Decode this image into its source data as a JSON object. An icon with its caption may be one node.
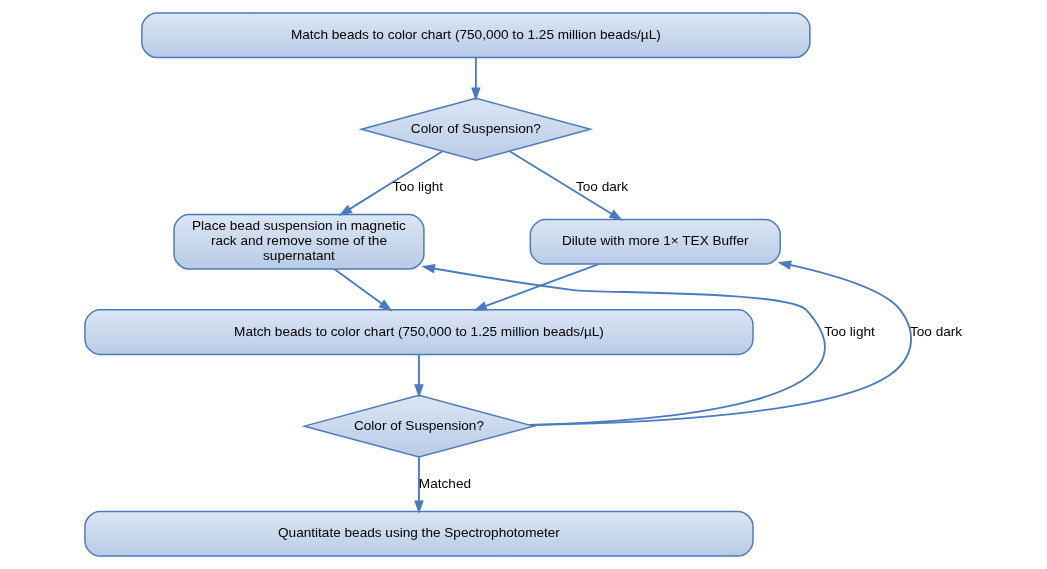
{
  "diagram": {
    "nodes": [
      {
        "text": [
          "Match beads to color chart (750,000 to 1.25 million beads/µL)"
        ]
      },
      {
        "text": [
          "Color of Suspension?"
        ]
      },
      {
        "text": [
          "Place bead suspension in magnetic rack and remove some of the supernatant"
        ]
      },
      {
        "text": [
          "Dilute with more 1× TEX Buffer"
        ]
      },
      {
        "text": [
          "Match beads to color chart (750,000 to 1.25 million beads/µL)"
        ]
      },
      {
        "text": [
          "Color of Suspension?"
        ]
      },
      {
        "text": [
          "Quantitate beads using the Spectrophotometer"
        ]
      }
    ],
    "edges": [
      {
        "from": 0,
        "to": 1,
        "arrow": "to"
      },
      {
        "from": 1,
        "to": 2,
        "arrow": "to",
        "label": "Too light"
      },
      {
        "from": 1,
        "to": 3,
        "arrow": "to",
        "label": "Too dark"
      },
      {
        "from": 2,
        "to": 4,
        "arrow": "to"
      },
      {
        "from": 3,
        "to": 4,
        "arrow": "to"
      },
      {
        "from": 4,
        "to": 5,
        "arrow": "to"
      },
      {
        "from": 5,
        "to": 2,
        "arrow": "to",
        "label": "Too light"
      },
      {
        "from": 5,
        "to": 3,
        "arrow": "to",
        "label": "Too dark"
      },
      {
        "from": 5,
        "to": 6,
        "arrow": "to",
        "label": "Matched"
      }
    ]
  }
}
